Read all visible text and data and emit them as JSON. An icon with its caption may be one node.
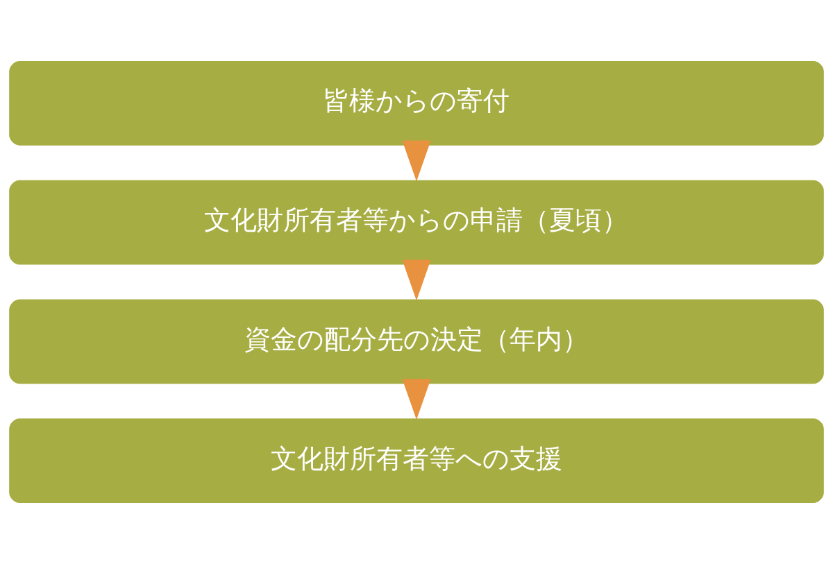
{
  "diagram": {
    "nodes": [
      {
        "text": [
          "皆様からの寄付"
        ]
      },
      {
        "text": [
          "文化財所有者等からの申請（夏頃）"
        ]
      },
      {
        "text": [
          "資金の配分先の決定（年内）"
        ]
      },
      {
        "text": [
          "文化財所有者等への支援"
        ]
      }
    ],
    "edges": [
      {
        "from": 0,
        "to": 1,
        "arrow": "to"
      },
      {
        "from": 1,
        "to": 2,
        "arrow": "to"
      },
      {
        "from": 2,
        "to": 3,
        "arrow": "to"
      }
    ]
  }
}
